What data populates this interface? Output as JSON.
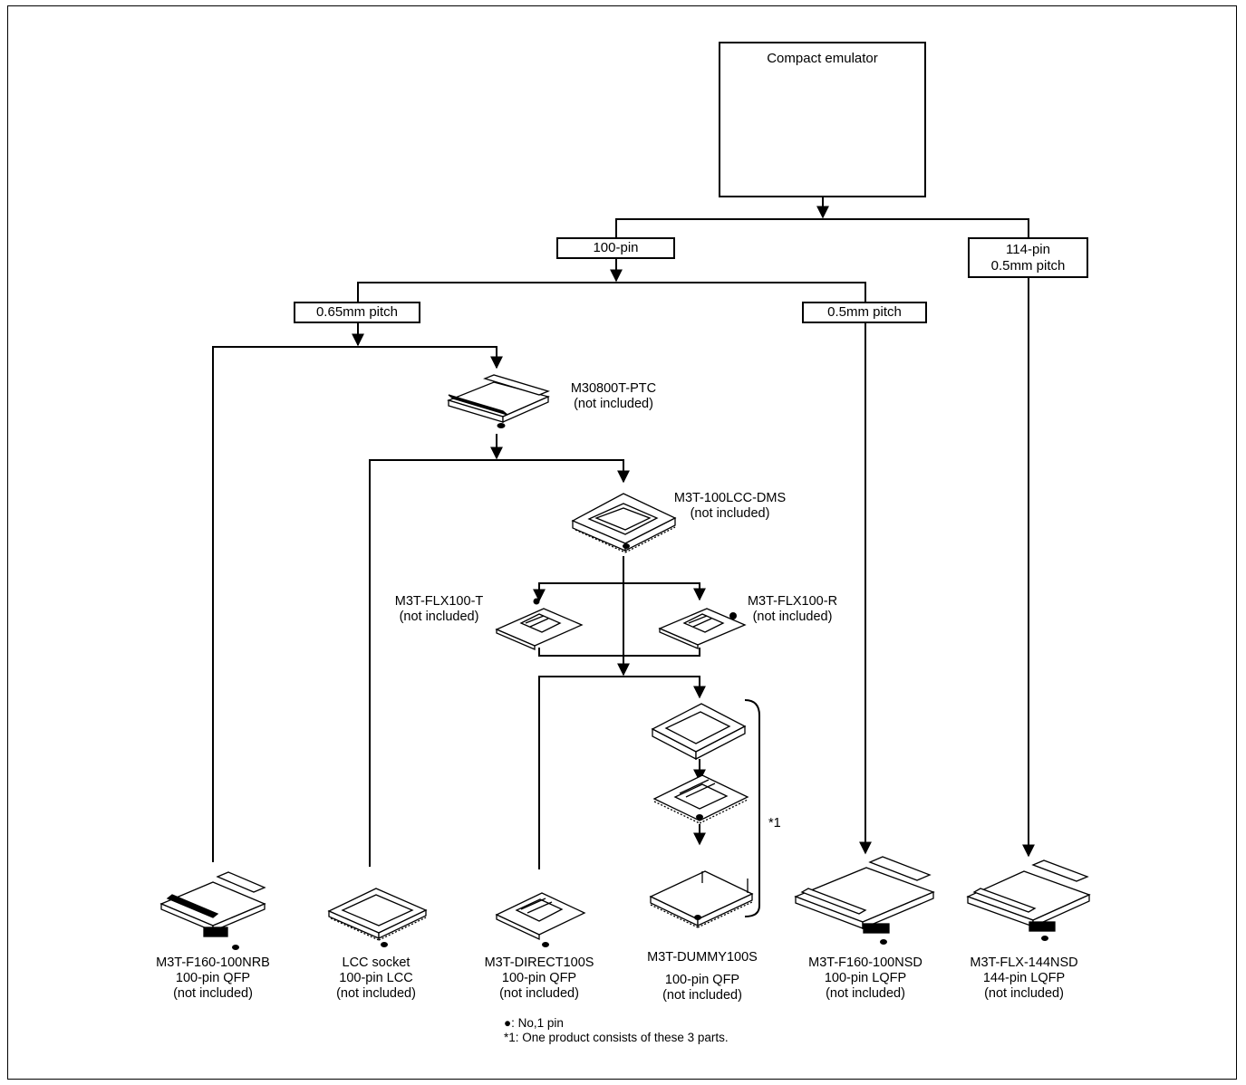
{
  "emulator": {
    "label": "Compact emulator"
  },
  "pins": {
    "p100": "100-pin",
    "p114_line1": "114-pin",
    "p114_line2": "0.5mm pitch",
    "pitch065": "0.65mm pitch",
    "pitch05": "0.5mm pitch"
  },
  "parts": {
    "ptc": {
      "name": "M30800T-PTC",
      "note": "(not included)"
    },
    "dms": {
      "name": "M3T-100LCC-DMS",
      "note": "(not included)"
    },
    "flx_t": {
      "name": "M3T-FLX100-T",
      "note": "(not included)"
    },
    "flx_r": {
      "name": "M3T-FLX100-R",
      "note": "(not included)"
    }
  },
  "targets": [
    {
      "name": "M3T-F160-100NRB",
      "pkg": "100-pin QFP",
      "note": "(not included)"
    },
    {
      "name": "LCC socket",
      "pkg": "100-pin LCC",
      "note": "(not included)"
    },
    {
      "name": "M3T-DIRECT100S",
      "pkg": "100-pin QFP",
      "note": "(not included)"
    },
    {
      "name": "M3T-DUMMY100S",
      "pkg": "100-pin QFP",
      "note": "(not included)"
    },
    {
      "name": "M3T-F160-100NSD",
      "pkg": "100-pin LQFP",
      "note": "(not included)"
    },
    {
      "name": "M3T-FLX-144NSD",
      "pkg": "144-pin LQFP",
      "note": "(not included)"
    }
  ],
  "bracket_label": "*1",
  "legend": {
    "pin1": "●: No,1 pin",
    "note1": "*1: One product consists of these 3 parts."
  }
}
